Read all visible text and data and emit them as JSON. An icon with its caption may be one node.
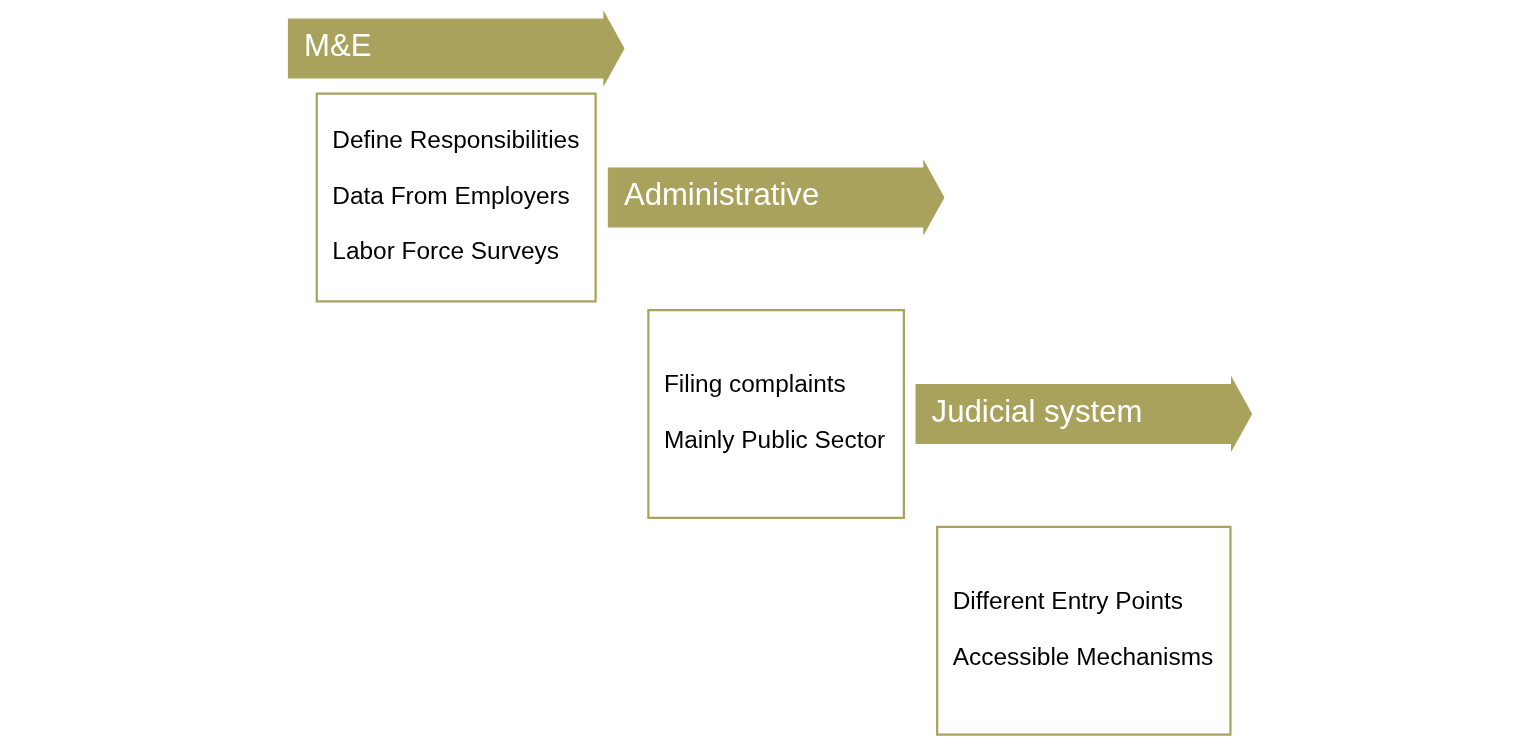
{
  "diagram": {
    "nodes": [
      {
        "text": [
          "M&E"
        ]
      },
      {
        "text": [
          "Define Responsibilities",
          "Data From Employers",
          "Labor Force Surveys"
        ]
      },
      {
        "text": [
          "Administrative"
        ]
      },
      {
        "text": [
          "Filing complaints",
          "Mainly Public Sector"
        ]
      },
      {
        "text": [
          "Judicial system"
        ]
      },
      {
        "text": [
          "Different Entry Points",
          "Accessible Mechanisms"
        ]
      }
    ]
  }
}
